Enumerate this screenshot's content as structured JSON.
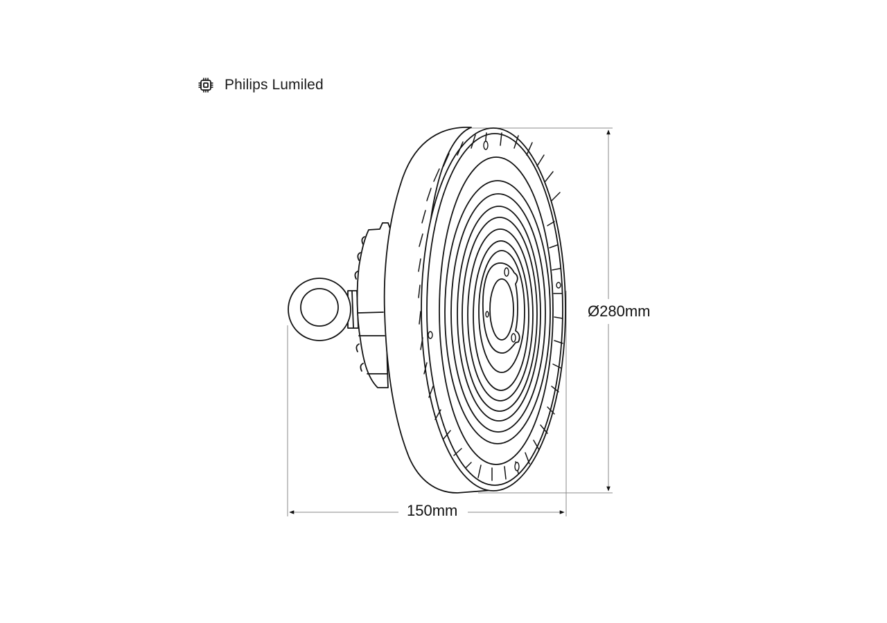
{
  "header": {
    "icon": "chip-icon",
    "label": "Philips Lumiled"
  },
  "dimensions": {
    "diameter": {
      "label": "Ø280mm",
      "value": 280,
      "unit": "mm",
      "orientation": "vertical"
    },
    "depth": {
      "label": "150mm",
      "value": 150,
      "unit": "mm",
      "orientation": "horizontal"
    }
  },
  "drawing": {
    "subject": "UFO high bay LED luminaire, side-perspective line drawing",
    "parts": [
      "eye-bolt-hanger",
      "driver-housing",
      "heatsink-body",
      "front-fin-ring",
      "concentric-rings",
      "center-hub"
    ],
    "line_color": "#111111",
    "dimension_line_color": "#8a8a8a"
  }
}
